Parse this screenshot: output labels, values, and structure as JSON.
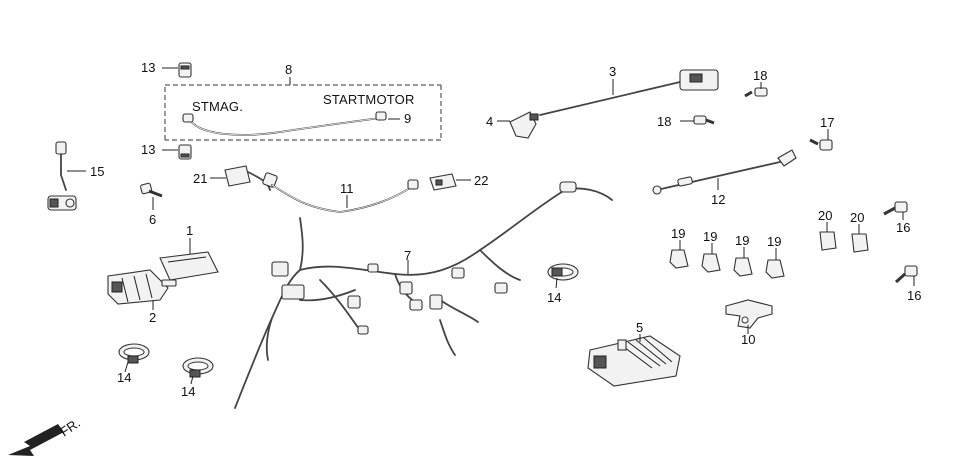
{
  "callouts": {
    "c1": "1",
    "c2": "2",
    "c3": "3",
    "c4": "4",
    "c5": "5",
    "c6": "6",
    "c7": "7",
    "c8": "8",
    "c9": "9",
    "c10": "10",
    "c11": "11",
    "c12": "12",
    "c13a": "13",
    "c13b": "13",
    "c14a": "14",
    "c14b": "14",
    "c14c": "14",
    "c15": "15",
    "c16a": "16",
    "c16b": "16",
    "c17": "17",
    "c18a": "18",
    "c18b": "18",
    "c19a": "19",
    "c19b": "19",
    "c19c": "19",
    "c19d": "19",
    "c20a": "20",
    "c20b": "20",
    "c21": "21",
    "c22": "22"
  },
  "captions": {
    "st_mag": "STMAG.",
    "start_motor": "STARTMOTOR",
    "front": "FR."
  }
}
